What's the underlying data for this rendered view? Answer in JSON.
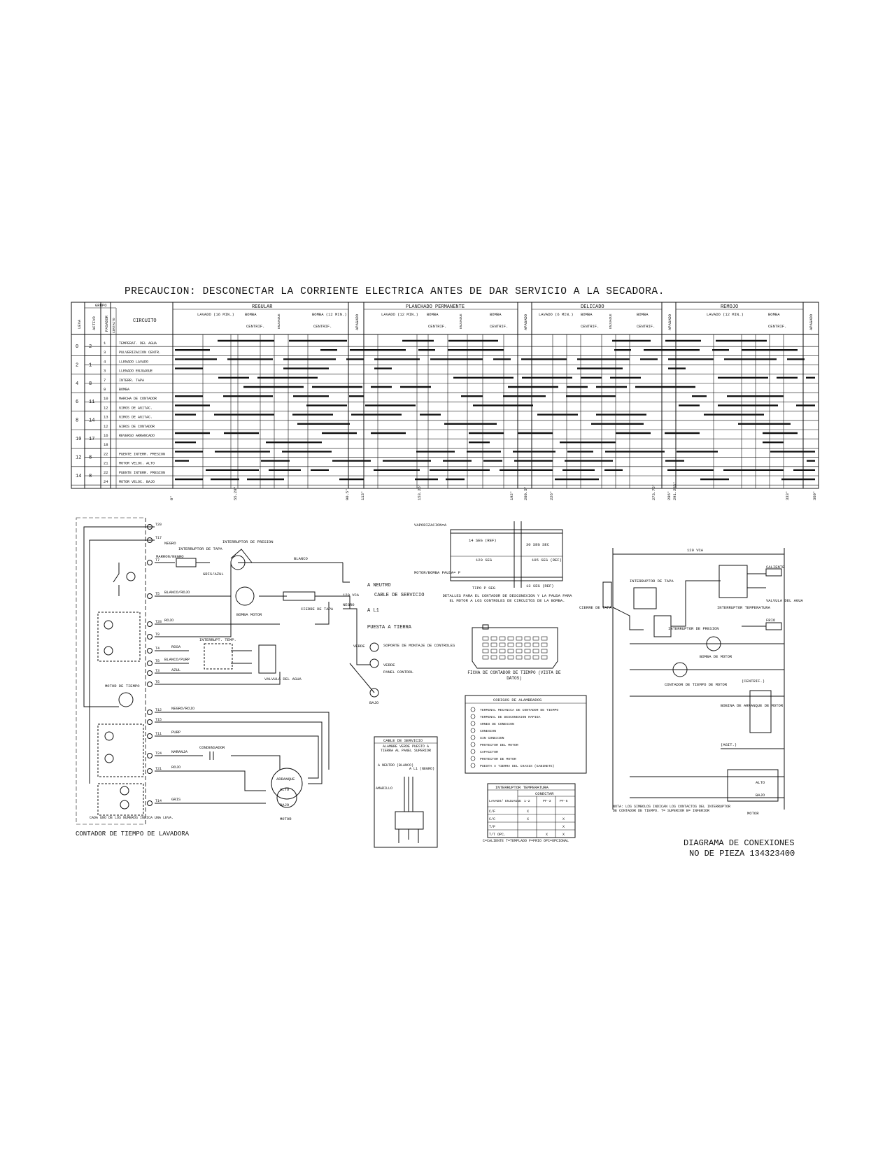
{
  "caution": "PRECAUCION: DESCONECTAR LA CORRIENTE ELECTRICA ANTES DE DAR SERVICIO A LA SECADORA.",
  "timer_chart": {
    "col_headers": {
      "leva": "LEVA",
      "activo": "ACTIVO",
      "pasador": "PASADOR",
      "contacto": "CONTACTO",
      "circuito": "CIRCUITO",
      "grupo": "GRUPO"
    },
    "cycles": [
      {
        "name": "REGULAR",
        "steps": [
          "LAVADO (16 MIN.)",
          "BOMBA",
          "ENJUAGUE",
          "BOMBA (12 MIN.)"
        ],
        "sub": [
          "CENTRIF.",
          "CENTRIF."
        ]
      },
      {
        "name": "PLANCHADO PERMANENTE",
        "steps": [
          "LAVADO (12 MIN.)",
          "BOMBA",
          "ENJUAGUE",
          "BOMBA"
        ],
        "sub": [
          "CENTRIF.",
          "CENTRIF."
        ]
      },
      {
        "name": "DELICADO",
        "steps": [
          "LAVADO (6 MIN.)",
          "BOMBA",
          "ENJUAGUE",
          "BOMBA"
        ],
        "sub": [
          "CENTRIF.",
          "CENTRIF."
        ]
      },
      {
        "name": "REMOJO",
        "steps": [
          "LAVADO (12 MIN.)",
          "BOMBA"
        ],
        "sub": [
          "CENTRIF."
        ]
      }
    ],
    "apagado": "APAGADO",
    "rows": [
      {
        "leva": "0",
        "activo": "2",
        "pin": "1",
        "circuito": "TEMPERAT. DEL AGUA"
      },
      {
        "leva": "",
        "activo": "",
        "pin": "3",
        "circuito": "PULVERIZACION CENTR."
      },
      {
        "leva": "2",
        "activo": "1",
        "pin": "4",
        "circuito": "LLENADO LAVADO"
      },
      {
        "leva": "",
        "activo": "",
        "pin": "3",
        "circuito": "LLENADO ENJUAGUE"
      },
      {
        "leva": "4",
        "activo": "8",
        "pin": "7",
        "circuito": "INTERR. TAPA"
      },
      {
        "leva": "",
        "activo": "",
        "pin": "9",
        "circuito": "BOMBA"
      },
      {
        "leva": "6",
        "activo": "11",
        "pin": "10",
        "circuito": "MARCHA DE CONTADOR"
      },
      {
        "leva": "",
        "activo": "",
        "pin": "12",
        "circuito": "GIROS DE AGITAC."
      },
      {
        "leva": "8",
        "activo": "14",
        "pin": "13",
        "circuito": "GIROS DE AGITAC."
      },
      {
        "leva": "",
        "activo": "",
        "pin": "12",
        "circuito": "GIROS DE CONTADOR"
      },
      {
        "leva": "10",
        "activo": "17",
        "pin": "16",
        "circuito": "REVERSO ARRANCADO"
      },
      {
        "leva": "",
        "activo": "",
        "pin": "18",
        "circuito": ""
      },
      {
        "leva": "12",
        "activo": "8",
        "pin": "22",
        "circuito": "PUENTE INTERR. PRESION"
      },
      {
        "leva": "",
        "activo": "",
        "pin": "21",
        "circuito": "MOTOR VELOC. ALTO"
      },
      {
        "leva": "14",
        "activo": "8",
        "pin": "22",
        "circuito": "PUENTE INTERR. PRESION"
      },
      {
        "leva": "",
        "activo": "",
        "pin": "24",
        "circuito": "MOTOR VELOC. BAJO"
      }
    ],
    "degrees": [
      "0°",
      "55.28°",
      "90.5°",
      "113°",
      "153.25°",
      "192°",
      "200.5°",
      "226°",
      "273.75°",
      "286°",
      "291.285°",
      "333°",
      "360°"
    ]
  },
  "left_diagram": {
    "terminals": [
      "T20",
      "T17",
      "T7",
      "T5",
      "T28",
      "T9",
      "T4",
      "T8",
      "T3",
      "T6",
      "T12",
      "T15",
      "T11",
      "T24",
      "T21",
      "T14"
    ],
    "wires": [
      "NEGRO",
      "MARRON/NEGRO",
      "GRIS/AZUL",
      "BLANCO/ROJO",
      "ROJO",
      "ROSA",
      "BLANCO/PURP",
      "AZUL",
      "NEGRO/ROJO",
      "PURP",
      "NARANJA",
      "ROJO",
      "GRIS",
      "BLANCO",
      "VERDE",
      "NEGRO"
    ],
    "parts": {
      "lid_switch": "INTERRUPTOR DE TAPA",
      "pressure_switch": "INTERRUPTOR DE PRESION",
      "pump_motor": "BOMBA MOTOR",
      "lid_lock": "CIERRE DE TAPA",
      "temp_switch": "INTERRUPT. TEMP.",
      "water_valve": "VALVULA DEL AGUA",
      "timer_motor": "MOTOR DE TIEMPO",
      "capacitor": "CONDENSADOR",
      "motor": "MOTOR",
      "start": "ARRANQUE",
      "high": "ALTO",
      "low": "BAJO",
      "neutral": "A NEUTRO",
      "voltage": "120 VCA",
      "service_cord": "CABLE DE SERVICIO",
      "l1": "A L1",
      "ground": "PUESTA A TIERRA",
      "control_bracket": "SOPORTE DE MONTAJE DE CONTROLES",
      "green": "VERDE",
      "panel_control": "PANEL CONTROL",
      "bajo": "BAJO",
      "note": "CADA UNO DE LOS NUMEROS INDICA UNA LEVA.",
      "timer_caption": "CONTADOR DE TIEMPO DE LAVADORA"
    }
  },
  "middle": {
    "timing_labels": {
      "vaporization": "VAPORIZACION=A",
      "sec14": "14 SEG (REF)",
      "sec30": "30 SEG SEC",
      "sec120": "120 SEG",
      "sec105": "105 SEG (REF)",
      "motor_bomba": "MOTOR/BOMBA PAUSA= P",
      "sec13": "13 SEG (REF)",
      "pause": "TIPO P SEG",
      "details": "DETALLES PARA EL CONTADOR DE DESCONEXION Y LA PAUSA PARA EL MOTOR A LOS CONTROLES DE CIRCUITOS DE LA BOMBA."
    },
    "plug_caption": "FICHA DE CONTADOR DE TIEMPO (VISTA DE DATOS)",
    "legend_title": "CODIGOS DE ALAMBRADOS",
    "legend_items": [
      "TERMINAL MECANICA DE CONTADOR DE TIEMPO",
      "TERMINAL DE DESCONEXION RAPIDA",
      "ARNES DE CONEXION",
      "CONEXION",
      "SIN CONEXION",
      "PROTECTOR DEL MOTOR",
      "CAPACITOR",
      "PROTECTOR DE MOTOR",
      "PUESTA A TIERRA DEL CHASIS (GABINETE)"
    ],
    "service_box_title": "CABLE DE SERVICIO",
    "service_box_note": "ALAMBRE VERDE PUESTO A TIERRA AL PANEL SUPERIOR",
    "service_box_neutral": "A NEUTRO (BLANCO)",
    "service_box_l1": "A L1 (NEGRO)",
    "service_box_ground": "AMARILLO",
    "temp_table_title": "INTERRUPTOR TEMPERATURA",
    "temp_table_header": "CONECTAR",
    "temp_table_cols": [
      "LAVADO/ ENJUAGUE",
      "1-2",
      "PF-3",
      "PF-5"
    ],
    "temp_table_rows": [
      [
        "C/F",
        "X",
        "",
        ""
      ],
      [
        "C/C",
        "X",
        "",
        "X"
      ],
      [
        "T/F",
        "",
        "",
        "X"
      ],
      [
        "T/T OPC.",
        "",
        "X",
        "X"
      ]
    ],
    "temp_table_foot": "C=CALIENTE  T=TEMPLADO  F=FRIO   OPC=OPCIONAL"
  },
  "right_diagram": {
    "voltage": "120 VCA",
    "lid_switch": "INTERRUPTOR DE TAPA",
    "lid_lock": "CIERRE DE TAPA",
    "pressure_switch": "INTERRUPTOR DE PRESION",
    "temp_switch": "INTERRUPTOR TEMPERATURA",
    "hot": "CALIENTE",
    "valve": "VALVULA DEL AGUA",
    "cold": "FRIO",
    "pump": "BOMBA DE MOTOR",
    "timer_motor": "CONTADOR DE TIEMPO DE MOTOR",
    "start_coil": "BOBINA DE ARRANQUE DE MOTOR",
    "cw": "(CENTRIF.)",
    "motor": "MOTOR",
    "high": "ALTO",
    "low": "BAJO",
    "agitate": "(AGIT.)",
    "note": "NOTA: LOS SIMBOLOS INDICAN LOS CONTACTOS DEL INTERRUPTOR DE CONTADOR DE TIEMPO. T= SUPERIOR B= INFERIOR"
  },
  "footer": {
    "title": "DIAGRAMA DE CONEXIONES",
    "part": "NO DE PIEZA 134323400"
  }
}
